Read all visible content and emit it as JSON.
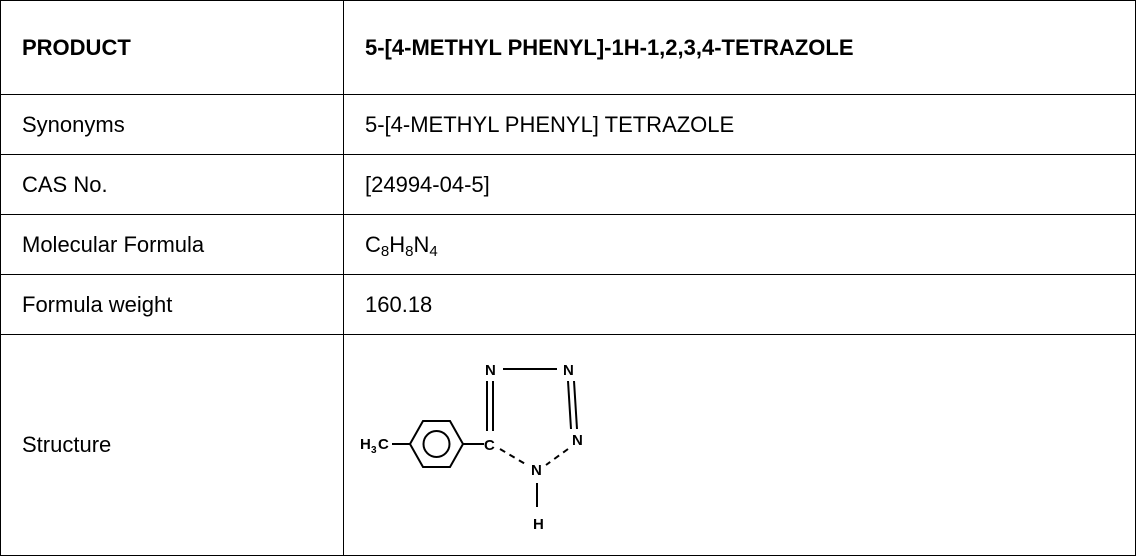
{
  "product": {
    "label": "PRODUCT",
    "value": "5-[4-METHYL PHENYL]-1H-1,2,3,4-TETRAZOLE"
  },
  "synonyms": {
    "label": "Synonyms",
    "value": "5-[4-METHYL PHENYL] TETRAZOLE"
  },
  "cas": {
    "label": "CAS No.",
    "value": "[24994-04-5]"
  },
  "molecular_formula": {
    "label": "Molecular Formula",
    "parts": [
      {
        "el": "C",
        "n": "8"
      },
      {
        "el": "H",
        "n": "8"
      },
      {
        "el": "N",
        "n": "4"
      }
    ]
  },
  "formula_weight": {
    "label": "Formula weight",
    "value": "160.18"
  },
  "structure": {
    "label": "Structure",
    "atoms": {
      "methyl_h": "H",
      "methyl_h_count": "3",
      "methyl_c": "C",
      "ring_c": "C",
      "n1": "N",
      "n2": "N",
      "n3": "N",
      "n4": "N",
      "nh_h": "H"
    }
  }
}
